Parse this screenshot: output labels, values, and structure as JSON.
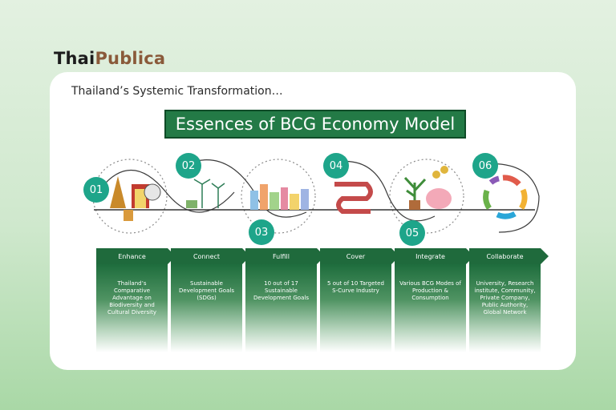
{
  "brand": {
    "part1": "Thai",
    "part2": "Publica"
  },
  "slide": {
    "subtitle": "Thailand’s Systemic Transformation…",
    "title": "Essences of BCG Economy Model"
  },
  "steps": [
    {
      "number": "01",
      "label": "Enhance",
      "text": "Thailand’s Comparative Advantage on Biodiversity and Cultural Diversity"
    },
    {
      "number": "02",
      "label": "Connect",
      "text": "Sustainable Development Goals (SDGs)"
    },
    {
      "number": "03",
      "label": "Fulfill",
      "text": "10 out of 17 Sustainable Development Goals"
    },
    {
      "number": "04",
      "label": "Cover",
      "text": "5 out of 10 Targeted S-Curve Industry"
    },
    {
      "number": "05",
      "label": "Integrate",
      "text": "Various BCG Modes of Production & Consumption"
    },
    {
      "number": "06",
      "label": "Collaborate",
      "text": "University, Research institute, Community, Private Company, Public Authority, Global Network"
    }
  ],
  "colors": {
    "banner": "#237a46",
    "badge": "#1ea58a",
    "column": "#1f6a3c"
  }
}
